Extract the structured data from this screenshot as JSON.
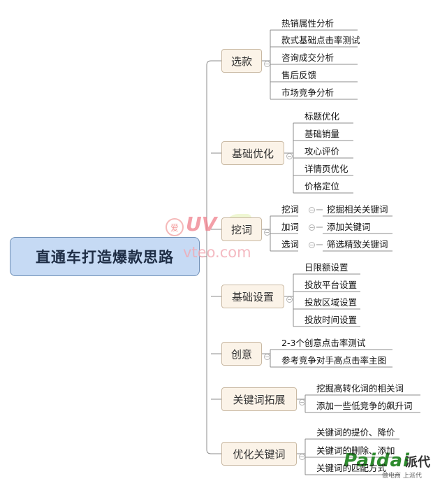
{
  "title": "直通车打造爆款思路",
  "branches": [
    {
      "label": "选款",
      "leaves": [
        "热销属性分析",
        "款式基础点击率测试",
        "咨询成交分析",
        "售后反馈",
        "市场竞争分析"
      ]
    },
    {
      "label": "基础优化",
      "leaves": [
        "标题优化",
        "基础销量",
        "攻心评价",
        "详情页优化",
        "价格定位"
      ]
    },
    {
      "label": "挖词",
      "items": [
        {
          "tag": "挖词",
          "leaf": "挖掘相关关键词"
        },
        {
          "tag": "加词",
          "leaf": "添加关键词"
        },
        {
          "tag": "选词",
          "leaf": "筛选精致关键词"
        }
      ]
    },
    {
      "label": "基础设置",
      "leaves": [
        "日限额设置",
        "投放平台设置",
        "投放区域设置",
        "投放时间设置"
      ]
    },
    {
      "label": "创意",
      "leaves": [
        "2-3个创意点击率测试",
        "参考竞争对手高点击率主图"
      ]
    },
    {
      "label": "关键词拓展",
      "leaves": [
        "挖掘高转化词的相关词",
        "添加一些低竞争的飙升词"
      ]
    },
    {
      "label": "优化关键词",
      "leaves": [
        "关键词的提价、降价",
        "关键词的删除、添加",
        "关键词的匹配方式"
      ]
    }
  ],
  "watermark": {
    "logo": "爱",
    "uv": "UV",
    "url": "vteo.com"
  },
  "brand": {
    "name": "Paidai",
    "tail": "派代",
    "sub": "做电商 上派代"
  },
  "colors": {
    "root_fill": "#c6daf4",
    "branch_fill": "#fbf3e8",
    "line": "#8c8c8c"
  }
}
